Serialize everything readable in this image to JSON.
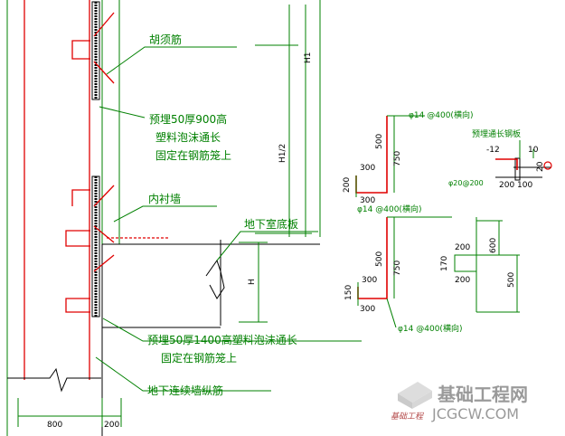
{
  "labels": {
    "huxujin": "胡须筋",
    "foam900_line1": "预埋50厚900高",
    "foam900_line2": "塑料泡沫通长",
    "foam900_line3": "固定在钢筋笼上",
    "neichenqiang": "内衬墙",
    "dixiashidiban": "地下室底板",
    "foam1400_line1": "预埋50厚1400高塑料泡沫通长",
    "foam1400_line2": "固定在钢筋笼上",
    "lianxuqiang": "地下连续墙纵筋"
  },
  "dimensions": {
    "H1": "H1",
    "H1_half": "H1/2",
    "H": "H",
    "w800": "800",
    "w200": "200"
  },
  "detail_top": {
    "rebar_note": "φ14 @400(横向)",
    "d500": "500",
    "d750": "750",
    "d300": "300",
    "d200": "200",
    "d300b": "300"
  },
  "detail_plate": {
    "title": "预埋通长钢板",
    "thick": "-12",
    "d10": "10",
    "bolt": "φ20@200",
    "d200": "200",
    "d100": "100",
    "d20": "20"
  },
  "detail_bottom": {
    "rebar_note_top": "φ14 @400(横向)",
    "d500": "500",
    "d750": "750",
    "d300": "300",
    "d150": "150",
    "d300b": "300",
    "rebar_note_bottom": "φ14 @400(横向)"
  },
  "detail_step": {
    "d200a": "200",
    "d600": "600",
    "d170": "170",
    "d200b": "200",
    "d500": "500"
  },
  "watermark": {
    "cn": "基础工程网",
    "en": "JCGCW.COM",
    "small": "基础工程"
  },
  "colors": {
    "rebar": "#e00000",
    "annotation": "#008000",
    "wall": "#000000"
  }
}
